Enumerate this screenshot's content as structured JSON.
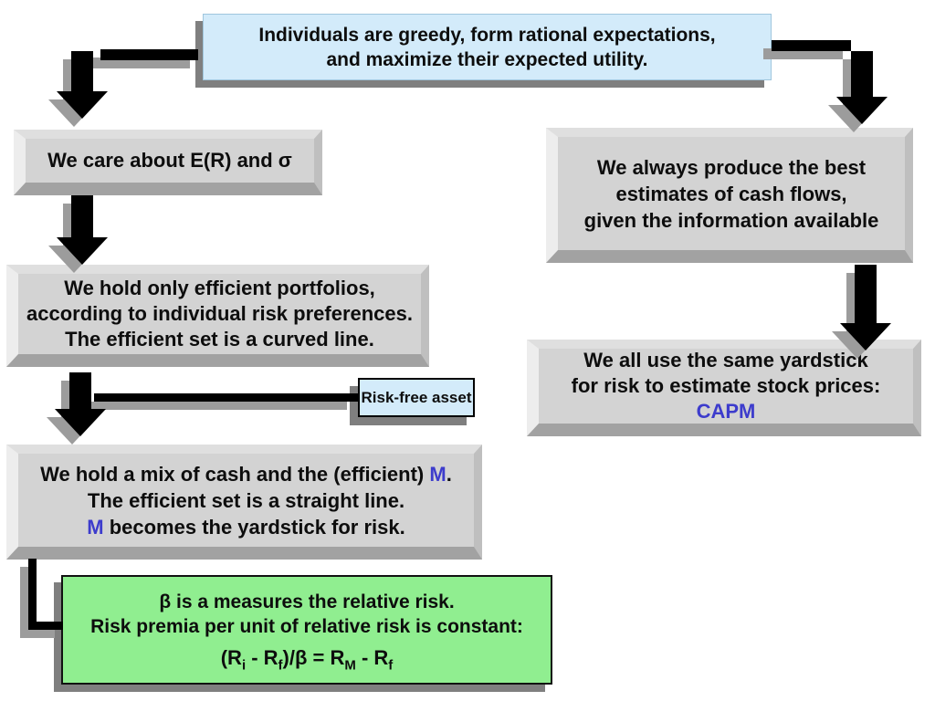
{
  "slide": {
    "colors": {
      "background": "#ffffff",
      "blue_box_bg": "#d3ebfa",
      "gray_box_bg": "#d3d3d3",
      "green_box_bg": "#90ee90",
      "box_shadow": "#7f7f7f",
      "connector": "#000000",
      "connector_shadow": "#9c9c9c",
      "accent_blue_text": "#3d3ccc"
    }
  },
  "boxes": {
    "premise": {
      "line1": "Individuals are greedy, form rational expectations,",
      "line2": "and maximize their expected utility."
    },
    "care": {
      "text": "We care about E(R) and σ"
    },
    "efficient_portfolios": {
      "line1": "We hold only efficient portfolios,",
      "line2": "according to individual risk preferences.",
      "line3": "The efficient set is a curved line."
    },
    "risk_free": {
      "label": "Risk-free asset"
    },
    "mix": {
      "line1_pre": "We hold a mix of cash and the (efficient) ",
      "line1_m": "M",
      "line1_post": ".",
      "line2": "The efficient set is a straight line.",
      "line3_m": "M",
      "line3_post": " becomes the yardstick for risk."
    },
    "beta": {
      "line1": "β is a measures the relative risk.",
      "line2": "Risk premia per unit of relative risk is constant:",
      "formula": {
        "p1": "(R",
        "s1": "i",
        "p2": " - R",
        "s2": "f",
        "p3": ")/β = R",
        "s3": "M",
        "p4": " - R",
        "s4": "f"
      }
    },
    "cash_flows": {
      "line1": "We always produce the best",
      "line2": "estimates of cash flows,",
      "line3": "given the information available"
    },
    "yardstick": {
      "line1": "We all use the same yardstick",
      "line2": "for risk to estimate stock prices:",
      "line3": "CAPM"
    }
  }
}
